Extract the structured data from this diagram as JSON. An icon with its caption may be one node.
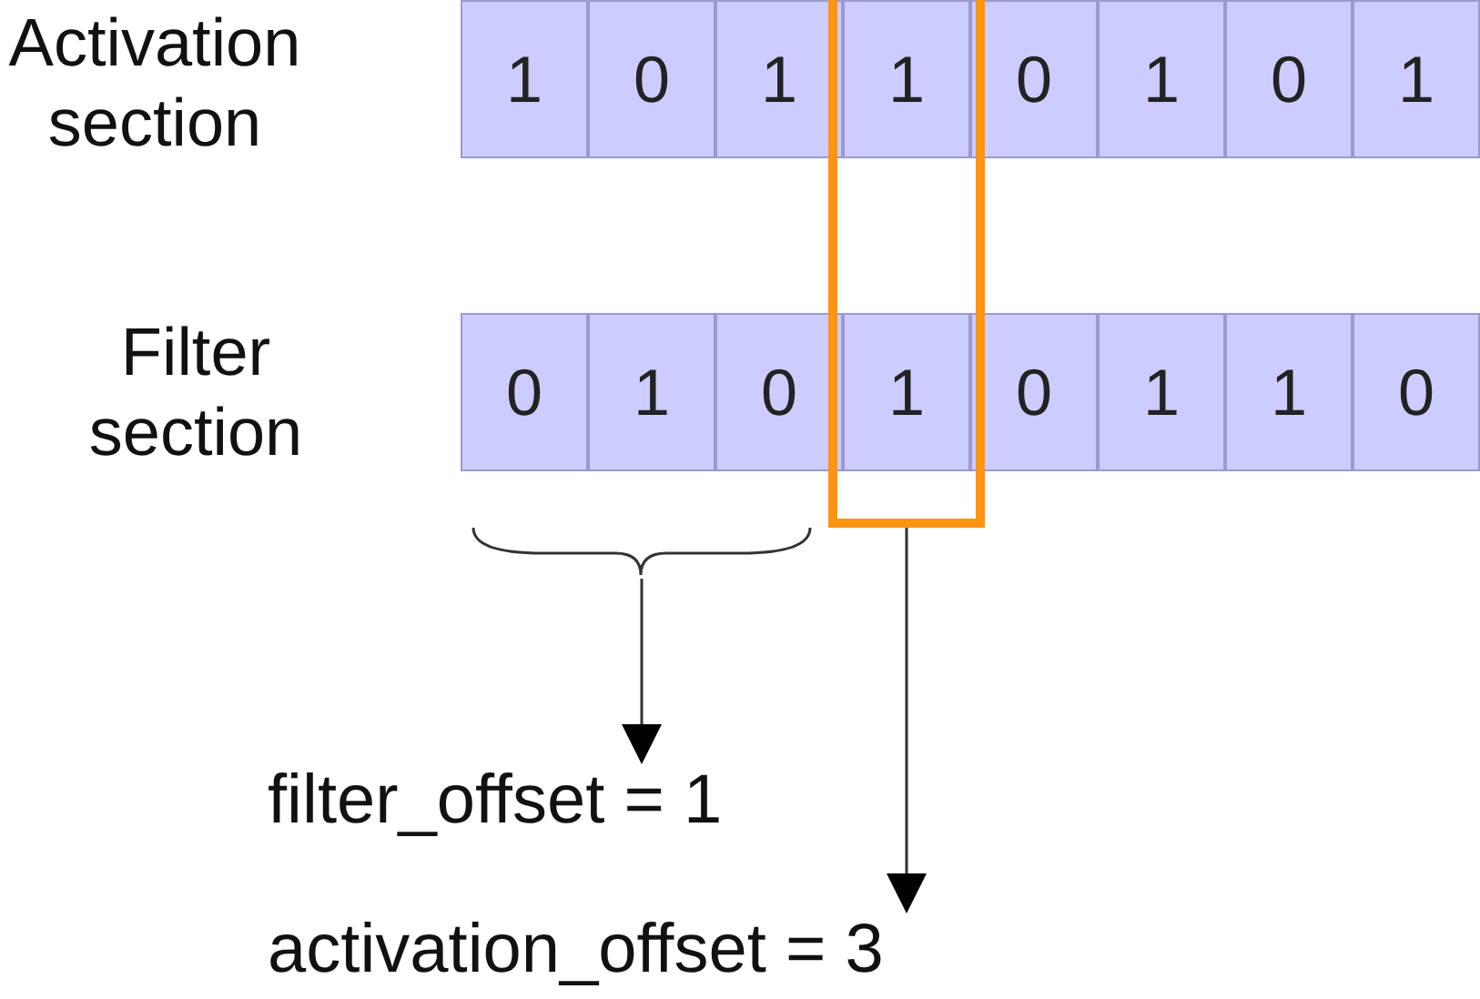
{
  "diagram": {
    "nodes": [
      {
        "text": [
          "1"
        ]
      },
      {
        "text": [
          "0"
        ]
      },
      {
        "text": [
          "1"
        ]
      },
      {
        "text": [
          "1"
        ],
        "in": 16
      },
      {
        "text": [
          "0"
        ]
      },
      {
        "text": [
          "1"
        ]
      },
      {
        "text": [
          "0"
        ]
      },
      {
        "text": [
          "1"
        ]
      },
      {
        "text": [
          "0"
        ]
      },
      {
        "text": [
          "1"
        ]
      },
      {
        "text": [
          "0"
        ]
      },
      {
        "text": [
          "1"
        ],
        "in": 16
      },
      {
        "text": [
          "0"
        ]
      },
      {
        "text": [
          "1"
        ]
      },
      {
        "text": [
          "1"
        ]
      },
      {
        "text": [
          "0"
        ]
      },
      {
        "text": [],
        "shape": "box"
      },
      {
        "text": [],
        "shape": "brace"
      },
      {
        "text": [
          "filter_offset = 1"
        ]
      },
      {
        "text": [
          "activation_offset = 3"
        ]
      }
    ],
    "edges": [
      {
        "from": 17,
        "to": 18,
        "arrow": "to"
      },
      {
        "from": 16,
        "to": 19,
        "arrow": "to"
      }
    ],
    "labels": [
      "Activation section",
      "Filter section"
    ]
  }
}
